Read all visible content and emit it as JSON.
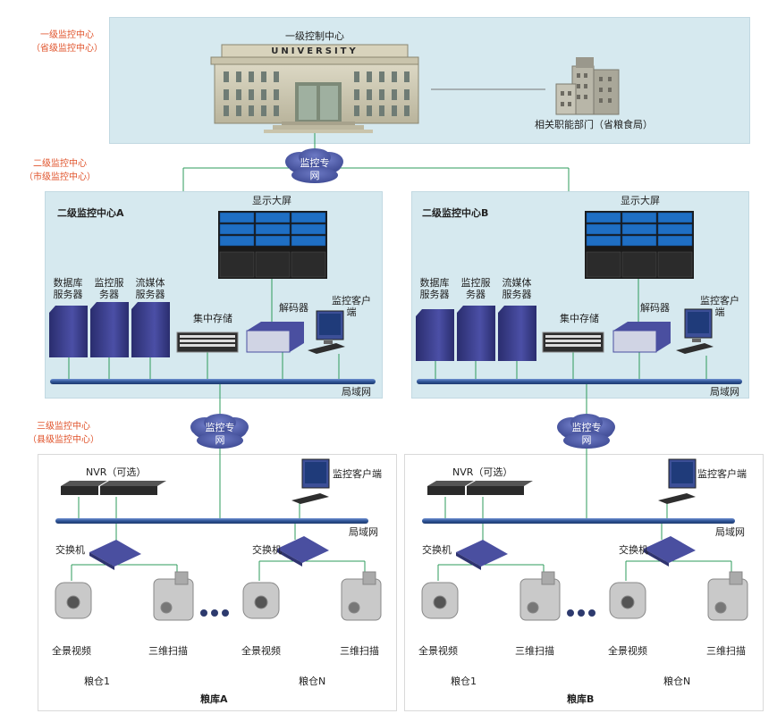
{
  "level_labels": {
    "level1": [
      "一级监控中心",
      "（省级监控中心）"
    ],
    "level2": [
      "二级监控中心",
      "（市级监控中心）"
    ],
    "level3": [
      "三级监控中心",
      "（县级监控中心）"
    ]
  },
  "top_center": {
    "title": "一级控制中心",
    "building_sign": "UNIVERSITY",
    "department": "相关职能部门（省粮食局）"
  },
  "cloud_label": "监控专网",
  "centers": [
    {
      "title": "二级监控中心A",
      "display": "显示大屏",
      "servers": [
        "数据库服务器",
        "监控服务器",
        "流媒体服务器"
      ],
      "storage": "集中存储",
      "decoder": "解码器",
      "client": "监控客户端",
      "lan": "局域网"
    },
    {
      "title": "二级监控中心B",
      "display": "显示大屏",
      "servers": [
        "数据库服务器",
        "监控服务器",
        "流媒体服务器"
      ],
      "storage": "集中存储",
      "decoder": "解码器",
      "client": "监控客户端",
      "lan": "局域网"
    }
  ],
  "depots": [
    {
      "name": "粮库A",
      "nvr": "NVR（可选）",
      "client": "监控客户端",
      "lan": "局域网",
      "switch": "交换机",
      "camera_panorama": "全景视频",
      "camera_3d": "三维扫描",
      "granary_first": "粮仓1",
      "granary_last": "粮仓N"
    },
    {
      "name": "粮库B",
      "nvr": "NVR（可选）",
      "client": "监控客户端",
      "lan": "局域网",
      "switch": "交换机",
      "camera_panorama": "全景视频",
      "camera_3d": "三维扫描",
      "granary_first": "粮仓1",
      "granary_last": "粮仓N"
    }
  ],
  "colors": {
    "panel_bg": "#d6e9ef",
    "lan_bar": "#2f5597",
    "link_green": "#2e9b5b",
    "level_text": "#e0532b",
    "cloud": "#4a5aa8",
    "server": "#3b3f8f",
    "screen": "#1f6fc4"
  }
}
